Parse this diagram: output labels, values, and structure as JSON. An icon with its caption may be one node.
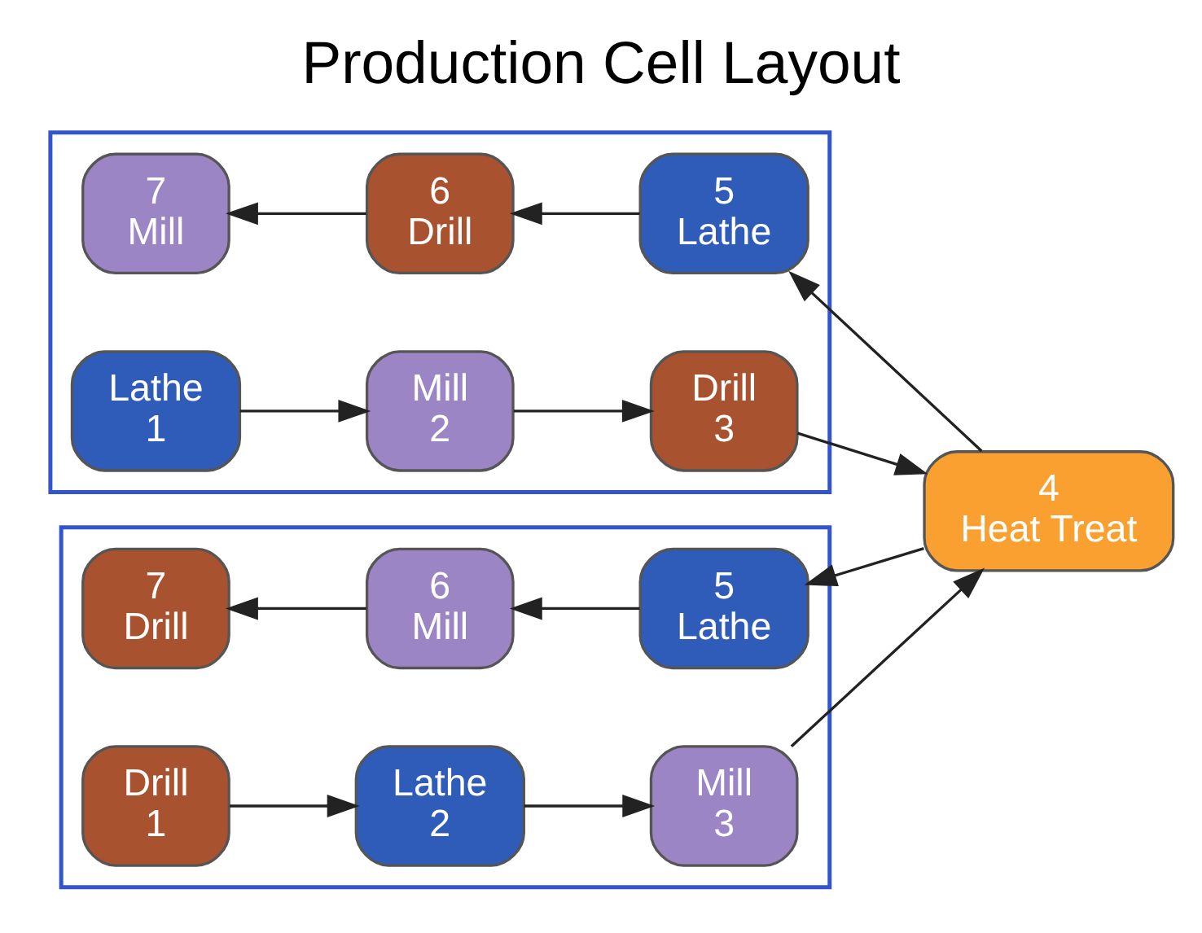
{
  "diagram": {
    "title": "Production Cell Layout",
    "nodes": [
      {
        "text": [],
        "shape": "box"
      },
      {
        "text": [
          "7",
          "Mill"
        ],
        "in": 0
      },
      {
        "text": [
          "6",
          "Drill"
        ],
        "in": 0
      },
      {
        "text": [
          "5",
          "Lathe"
        ],
        "in": 0
      },
      {
        "text": [
          "Lathe",
          "1"
        ],
        "in": 0
      },
      {
        "text": [
          "Mill",
          "2"
        ],
        "in": 0
      },
      {
        "text": [
          "Drill",
          "3"
        ],
        "in": 0
      },
      {
        "text": [
          "4",
          "Heat Treat"
        ]
      },
      {
        "text": [],
        "shape": "box"
      },
      {
        "text": [
          "7",
          "Drill"
        ],
        "in": 8
      },
      {
        "text": [
          "6",
          "Mill"
        ],
        "in": 8
      },
      {
        "text": [
          "5",
          "Lathe"
        ],
        "in": 8
      },
      {
        "text": [
          "Drill",
          "1"
        ],
        "in": 8
      },
      {
        "text": [
          "Lathe",
          "2"
        ],
        "in": 8
      },
      {
        "text": [
          "Mill",
          "3"
        ],
        "in": 8
      }
    ],
    "edges": [
      {
        "from": 4,
        "to": 5,
        "arrow": "to"
      },
      {
        "from": 5,
        "to": 6,
        "arrow": "to"
      },
      {
        "from": 6,
        "to": 7,
        "arrow": "to"
      },
      {
        "from": 7,
        "to": 3,
        "arrow": "to"
      },
      {
        "from": 3,
        "to": 2,
        "arrow": "to"
      },
      {
        "from": 2,
        "to": 1,
        "arrow": "to"
      },
      {
        "from": 12,
        "to": 13,
        "arrow": "to"
      },
      {
        "from": 13,
        "to": 14,
        "arrow": "to"
      },
      {
        "from": 14,
        "to": 7,
        "arrow": "to"
      },
      {
        "from": 7,
        "to": 11,
        "arrow": "to"
      },
      {
        "from": 11,
        "to": 10,
        "arrow": "to"
      },
      {
        "from": 10,
        "to": 9,
        "arrow": "to"
      }
    ]
  }
}
